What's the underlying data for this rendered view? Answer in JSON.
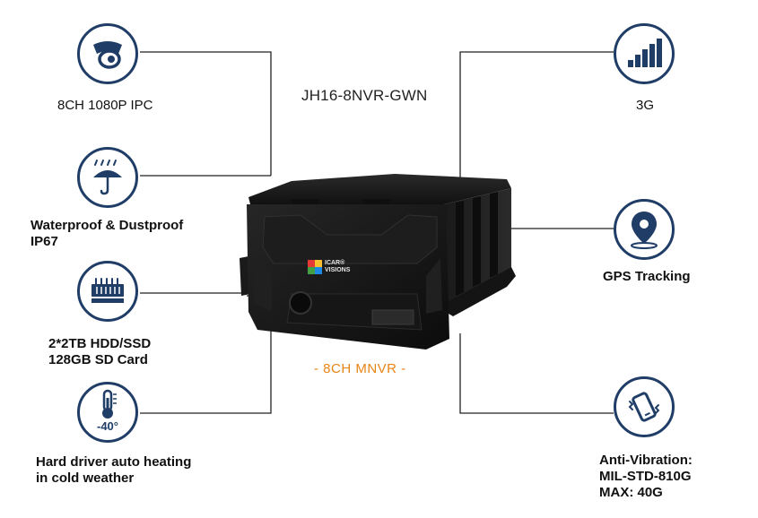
{
  "product": {
    "model": "JH16-8NVR-GWN",
    "subtitle": "- 8CH MNVR -",
    "brand_line1": "ICAR®",
    "brand_line2": "VISIONS"
  },
  "features_left": [
    {
      "icon": "camera-icon",
      "lines": [
        "8CH 1080P IPC"
      ]
    },
    {
      "icon": "umbrella-rain-icon",
      "lines": [
        "Waterproof & Dustproof",
        "IP67"
      ]
    },
    {
      "icon": "storage-drive-icon",
      "lines": [
        "2*2TB HDD/SSD",
        "128GB SD Card"
      ]
    },
    {
      "icon": "thermometer-icon",
      "icon_text": "-40°",
      "lines": [
        "Hard driver auto heating",
        "in cold weather"
      ]
    }
  ],
  "features_right": [
    {
      "icon": "signal-bars-icon",
      "lines": [
        "3G"
      ]
    },
    {
      "icon": "location-pin-icon",
      "lines": [
        "GPS Tracking"
      ]
    },
    {
      "icon": "vibrating-phone-icon",
      "lines": [
        "Anti-Vibration:",
        "MIL-STD-810G",
        "MAX: 40G"
      ]
    }
  ],
  "colors": {
    "icon_accent": "#1f3d66",
    "subtitle": "#e88416",
    "device_body": "#1b1b1b"
  }
}
